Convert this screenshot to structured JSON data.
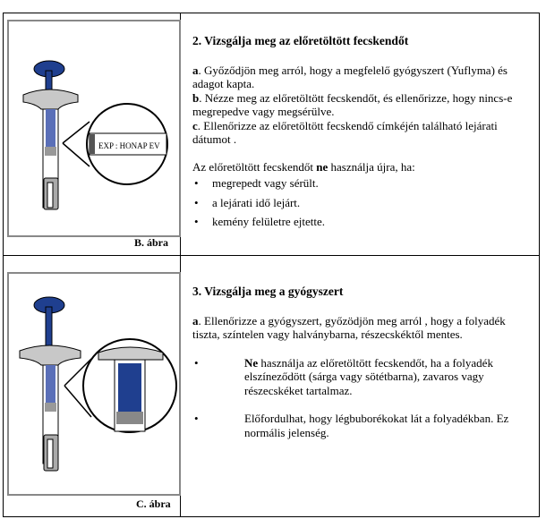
{
  "section_b": {
    "heading": "2.  Vizsgálja meg az előretöltött fecskendőt",
    "a_label": "a",
    "a_text": ". Győződjön meg arról, hogy a megfelelő gyógyszert (Yuflyma) és adagot kapta.",
    "b_label": "b",
    "b_text": ". Nézze meg az előretöltött fecskendőt, és ellenőrizze, hogy nincs-e megrepedve vagy megsérülve.",
    "c_label": "c",
    "c_text": ". Ellenőrizze az előretöltött fecskendő címkéjén található lejárati dátumot .",
    "warning_pre": "Az előretöltött fecskendőt ",
    "warning_bold": "ne",
    "warning_post": " használja újra, ha:",
    "bullets": [
      "megrepedt vagy sérült.",
      "a lejárati idő lejárt.",
      "kemény felületre ejtette."
    ],
    "label_text": "EXP : HONAP EV",
    "caption": "B. ábra"
  },
  "section_c": {
    "heading": "3.  Vizsgálja meg a gyógyszert",
    "a_label": "a",
    "a_text": ". Ellenőrizze a gyógyszert, győzödjön meg arról , hogy a folyadék tiszta, színtelen vagy halványbarna, részecskéktől mentes.",
    "bullet1_bold": "Ne",
    "bullet1_text": " használja az előretöltött fecskendőt, ha a folyadék elszíneződött (sárga vagy sötétbarna), zavaros vagy részecskéket tartalmaz.",
    "bullet2_text": "Előfordulhat, hogy légbuborékokat lát a folyadékban. Ez normális jelenség.",
    "caption": "C. ábra"
  },
  "colors": {
    "plunger": "#1f3f8f",
    "grey": "#c8c8c8"
  }
}
